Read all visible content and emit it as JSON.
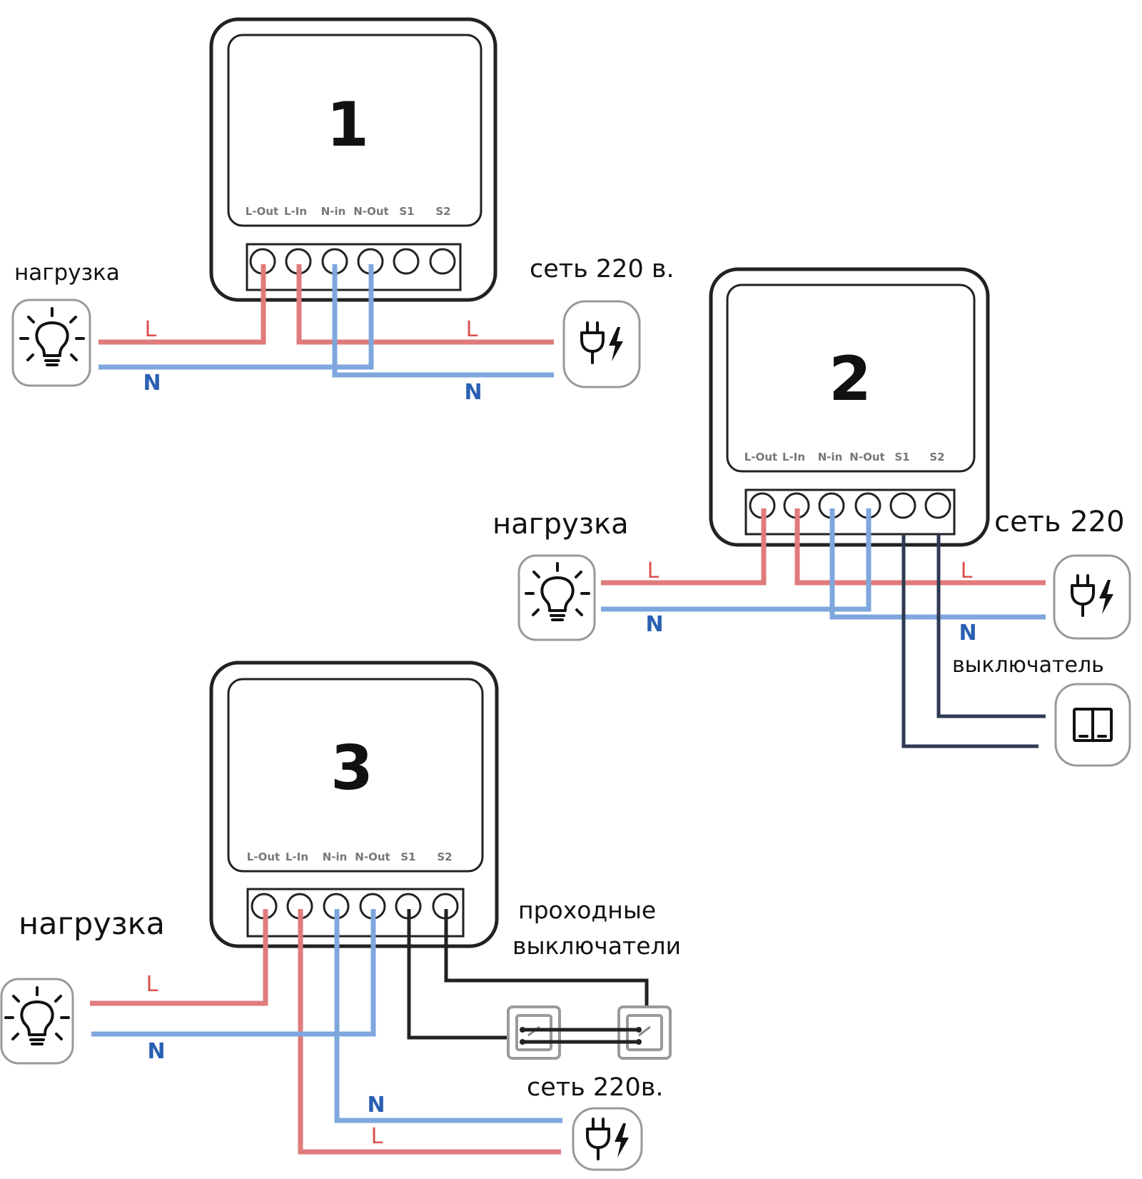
{
  "terminal_labels": [
    "L-Out",
    "L-In",
    "N-in",
    "N-Out",
    "S1",
    "S2"
  ],
  "wire_letters": {
    "line": "L",
    "neutral": "N"
  },
  "diagrams": [
    {
      "number": "1",
      "load_label": "нагрузка",
      "mains_label": "сеть 220 в.",
      "load_icon": "light-bulb-icon",
      "mains_icon": "power-plug-icon"
    },
    {
      "number": "2",
      "load_label": "нагрузка",
      "mains_label": "сеть 220",
      "switch_label": "выключатель",
      "load_icon": "light-bulb-icon",
      "mains_icon": "power-plug-icon",
      "switch_icon": "wall-switch-icon"
    },
    {
      "number": "3",
      "load_label": "нагрузка",
      "mains_label": "сеть 220в.",
      "switch_label_line1": "проходные",
      "switch_label_line2": "выключатели",
      "load_icon": "light-bulb-icon",
      "mains_icon": "power-plug-icon",
      "switch_icon": "pass-through-switch-icon"
    }
  ],
  "colors": {
    "line_wire": "#e07b7b",
    "neutral_wire": "#7ea7dd",
    "switch_wire": "#2e3a52",
    "outline": "#222222"
  }
}
